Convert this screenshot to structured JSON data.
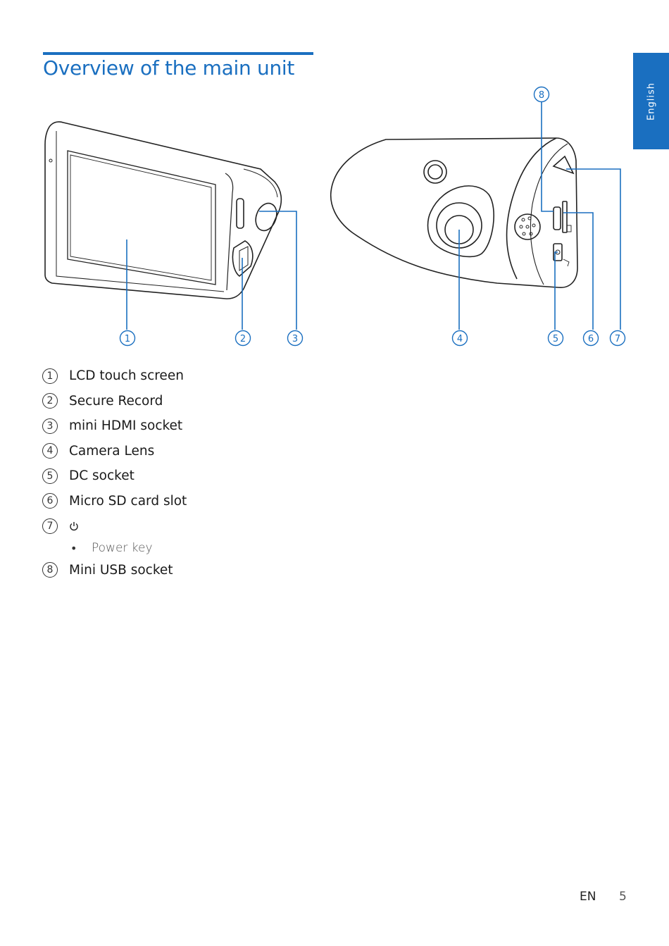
{
  "page": {
    "title": "Overview of the main unit",
    "language_tab": "English",
    "footer_language": "EN",
    "footer_page_number": "5"
  },
  "callouts": [
    "1",
    "2",
    "3",
    "4",
    "5",
    "6",
    "7",
    "8"
  ],
  "items": [
    {
      "number": "1",
      "label": "LCD touch screen"
    },
    {
      "number": "2",
      "label": "Secure Record"
    },
    {
      "number": "3",
      "label": "mini HDMI socket"
    },
    {
      "number": "4",
      "label": "Camera Lens"
    },
    {
      "number": "5",
      "label": "DC socket"
    },
    {
      "number": "6",
      "label": "Micro SD card slot"
    },
    {
      "number": "7",
      "icon": "power-icon",
      "sub_bullet": "•",
      "sub_label": "Power key"
    },
    {
      "number": "8",
      "label": "Mini USB socket"
    }
  ],
  "colors": {
    "accent": "#1a6fc0",
    "text": "#1a1a1a"
  }
}
